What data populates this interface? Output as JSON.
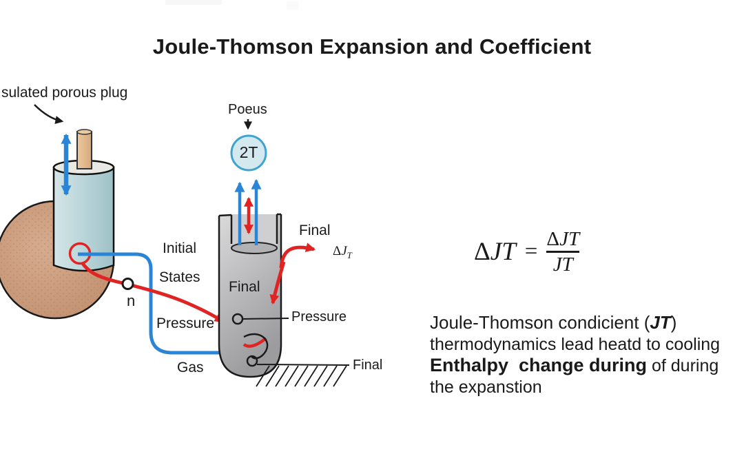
{
  "title": "Joule-Thomson Expansion and Coefficient",
  "colors": {
    "black": "#1a1a1a",
    "blue": "#2b85d6",
    "red": "#e02424",
    "sphere_fill": "#ca9a7b",
    "sphere_dots": "#a87a5a",
    "cylinder_light": "#d4e5e7",
    "cylinder_dark": "#9dc0c6",
    "cylinder_top": "#e9e9e3",
    "rod_light": "#ecca9f",
    "rod_dark": "#d5a87b",
    "tube_light": "#dadadb",
    "tube_dark": "#9c9c9f",
    "well_ellipse": "#b2b2b5",
    "circle2t_fill": "#d3e8ef",
    "circle2t_stroke": "#3fa3cf"
  },
  "diagram": {
    "left": {
      "plug_label": "sulated porous plug",
      "initial_label": "Initial",
      "states_label": "States",
      "n_label": "n",
      "pressure_label": "Pressure",
      "gas_label": "Gas"
    },
    "middle": {
      "porous_label": "Poeus",
      "circle_label": "2T",
      "final_top_label": "Final",
      "delta_jt": {
        "base": "Δ",
        "var": "J",
        "sub": "T"
      },
      "final_mid_label": "Final",
      "pressure_label": "Pressure",
      "final_bottom_label": "Final"
    }
  },
  "formula": {
    "lhs_delta": "Δ",
    "lhs_var": "JT",
    "equals": "=",
    "num_delta": "Δ",
    "num_var": "JT",
    "den_var": "JT"
  },
  "notes": {
    "line1_prefix": "Joule-Thomson condicient (",
    "line1_var": "JT",
    "line1_suffix": ")",
    "line2": "thermodynamics lead heatd to cooling",
    "line3_bold": "Enthalpy  change during",
    "line3_regular": " of during",
    "line4": "the expanstion"
  }
}
